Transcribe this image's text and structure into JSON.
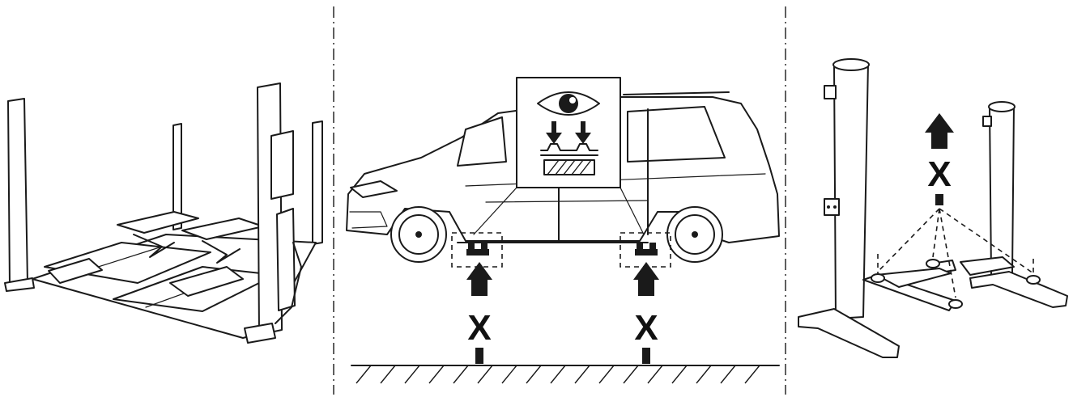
{
  "diagram": {
    "panels": [
      {
        "id": "four-post-lift"
      },
      {
        "id": "vehicle-lift-points"
      },
      {
        "id": "two-post-lift"
      }
    ],
    "marks": {
      "front_lift_point": "X",
      "rear_lift_point": "X",
      "two_post_arm": "X"
    },
    "icons": [
      "eye-icon",
      "down-arrow-icon",
      "up-arrow-icon",
      "hatched-ground"
    ],
    "colors": {
      "line": "#1a1a1a",
      "background": "#ffffff"
    }
  }
}
